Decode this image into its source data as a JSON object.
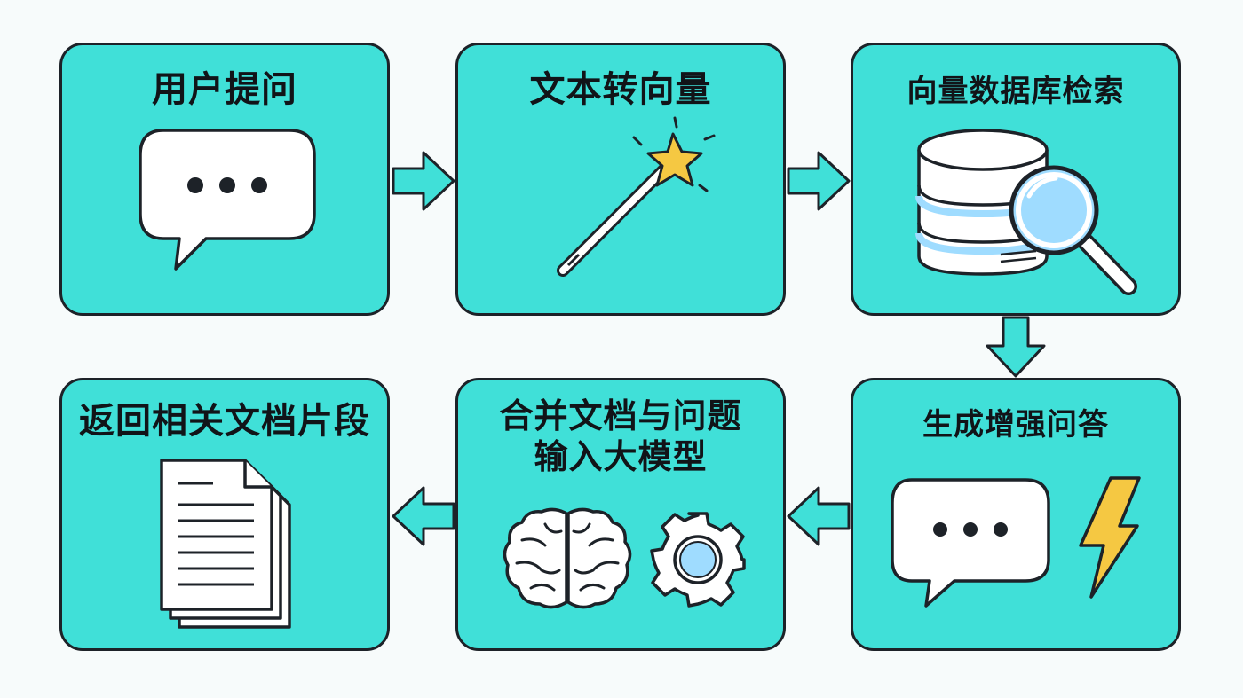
{
  "steps": {
    "user_question": "用户提问",
    "text_to_vector": "文本转向量",
    "vector_db_search": "向量数据库检索",
    "generate_answer": "生成增强问答",
    "merge_input": "合并文档与问题输入大模型",
    "return_docs": "返回相关文档片段"
  },
  "colors": {
    "card_fill": "#40e0d8",
    "arrow_fill": "#40e0d8",
    "outline": "#1d2228",
    "accent_yellow": "#f5c842",
    "accent_blue": "#9fdcff"
  },
  "icons": [
    "speech-bubble-icon",
    "magic-wand-icon",
    "database-search-icon",
    "speech-bubble-icon",
    "lightning-icon",
    "brain-icon",
    "gear-icon",
    "document-stack-icon"
  ]
}
